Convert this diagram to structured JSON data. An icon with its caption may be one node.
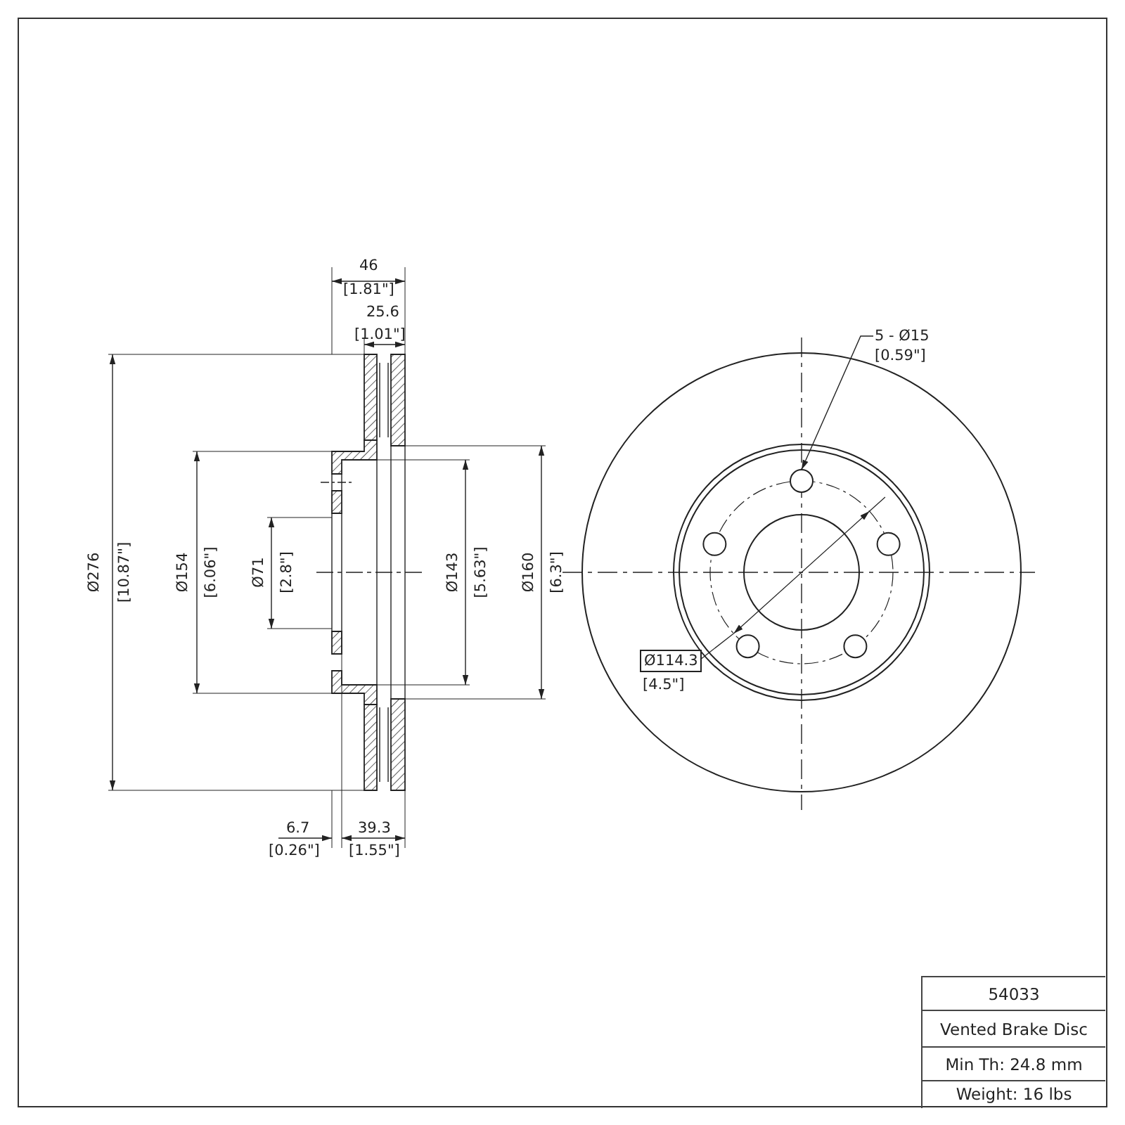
{
  "diagram": {
    "nodes": [
      {
        "text": [
          "5 - Ø15",
          "[0.59\"]"
        ]
      },
      {
        "text": [],
        "shape": "circle"
      },
      {
        "text": [
          "Ø114.3"
        ],
        "beside": [
          "[4.5\"]"
        ]
      }
    ],
    "edges": [
      {
        "from": 0,
        "to": 1,
        "arrow": "to"
      }
    ],
    "labels": [
      "46",
      "[1.81\"]",
      "25.6",
      "[1.01\"]",
      "Ø276",
      "[10.87\"]",
      "Ø154",
      "[6.06\"]",
      "Ø71",
      "[2.8\"]",
      "Ø143",
      "[5.63\"]",
      "Ø160",
      "[6.3\"]",
      "6.7",
      "[0.26\"]",
      "39.3",
      "[1.55\"]",
      "54033",
      "Vented Brake Disc",
      "Min Th: 24.8 mm",
      "Weight: 16 lbs"
    ]
  }
}
